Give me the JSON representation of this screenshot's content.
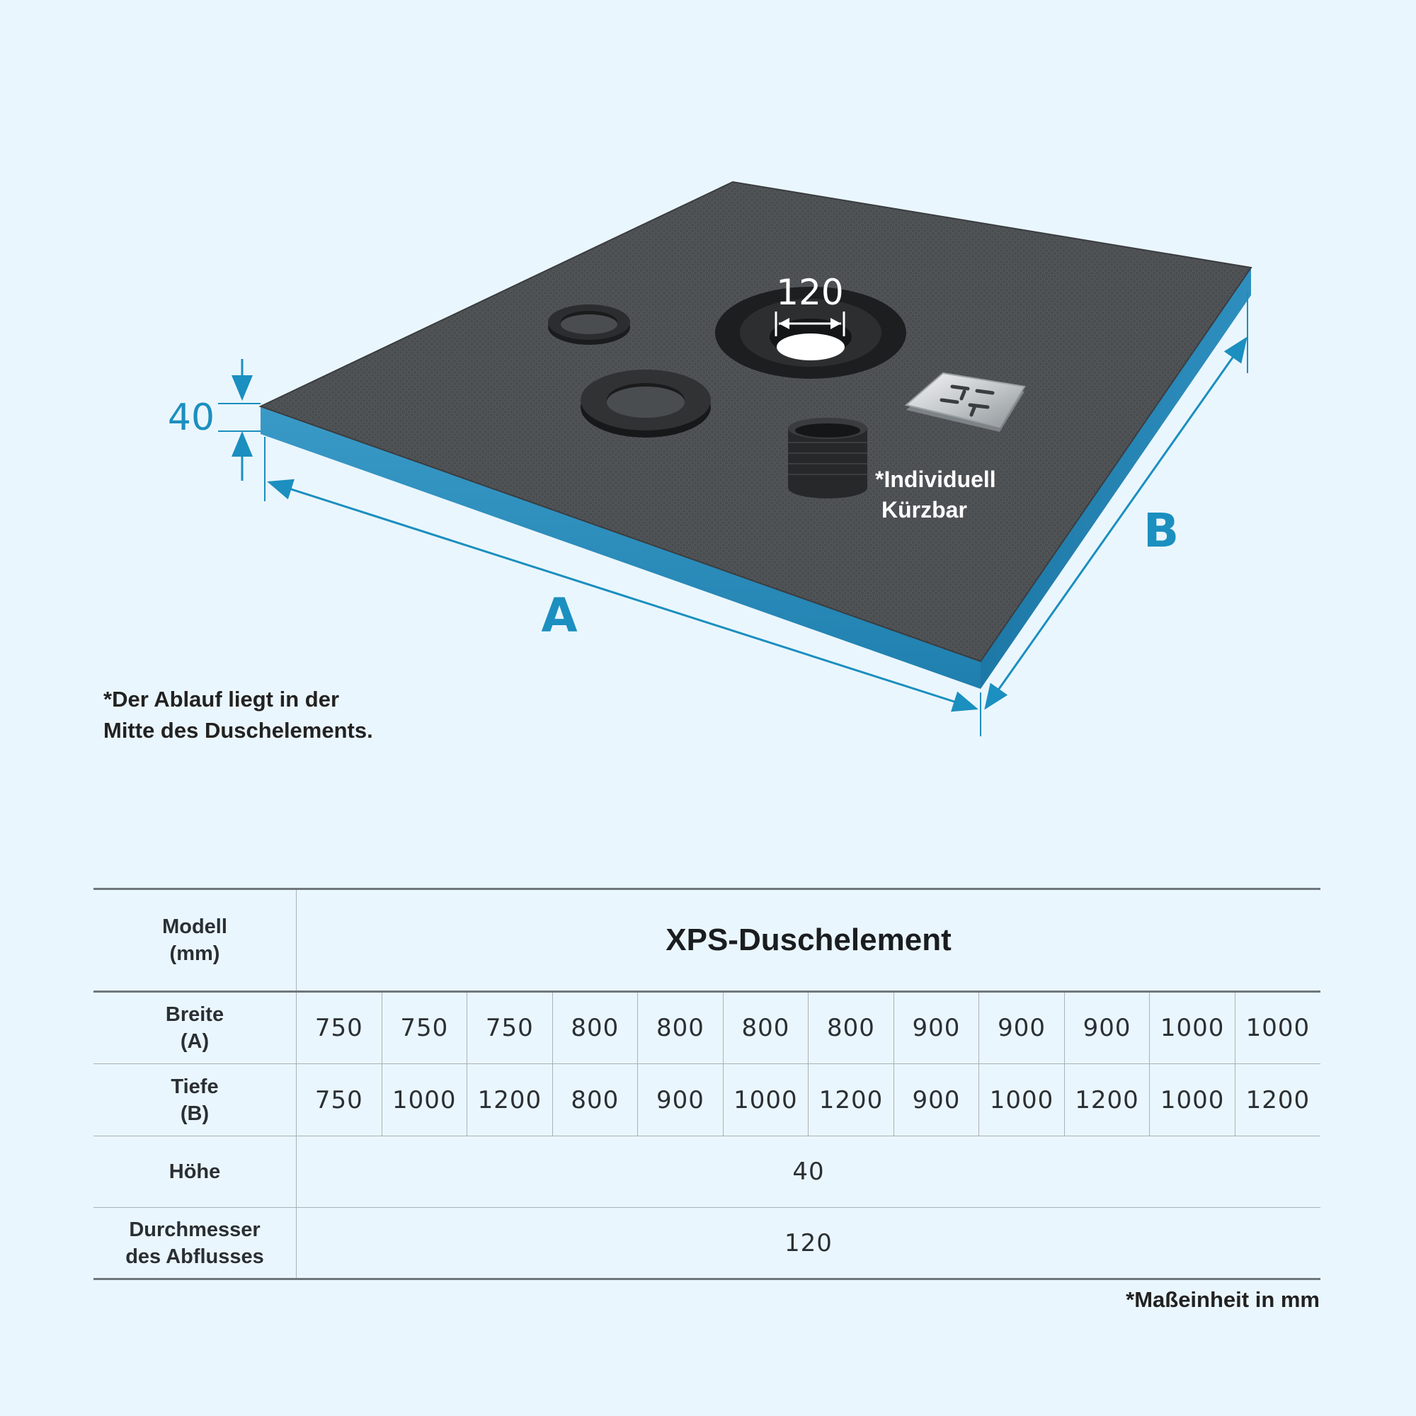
{
  "diagram": {
    "height_label": "40",
    "drain_diameter_label": "120",
    "dimension_a_label": "A",
    "dimension_b_label": "B",
    "callout_lines": [
      "*Individuell",
      "Kürzbar"
    ],
    "accent_color": "#1b8fbf"
  },
  "note": "*Der Ablauf liegt in der\nMitte des Duschelements.",
  "table": {
    "model_label": "Modell\n(mm)",
    "title": "XPS-Duschelement",
    "rows": [
      {
        "label": "Breite\n(A)",
        "values": [
          "750",
          "750",
          "750",
          "800",
          "800",
          "800",
          "800",
          "900",
          "900",
          "900",
          "1000",
          "1000"
        ]
      },
      {
        "label": "Tiefe\n(B)",
        "values": [
          "750",
          "1000",
          "1200",
          "800",
          "900",
          "1000",
          "1200",
          "900",
          "1000",
          "1200",
          "1000",
          "1200"
        ]
      }
    ],
    "hoehe_label": "Höhe",
    "hoehe_value": "40",
    "durchmesser_label": "Durchmesser\ndes Abflusses",
    "durchmesser_value": "120"
  },
  "footnote": "*Maßeinheit in mm"
}
